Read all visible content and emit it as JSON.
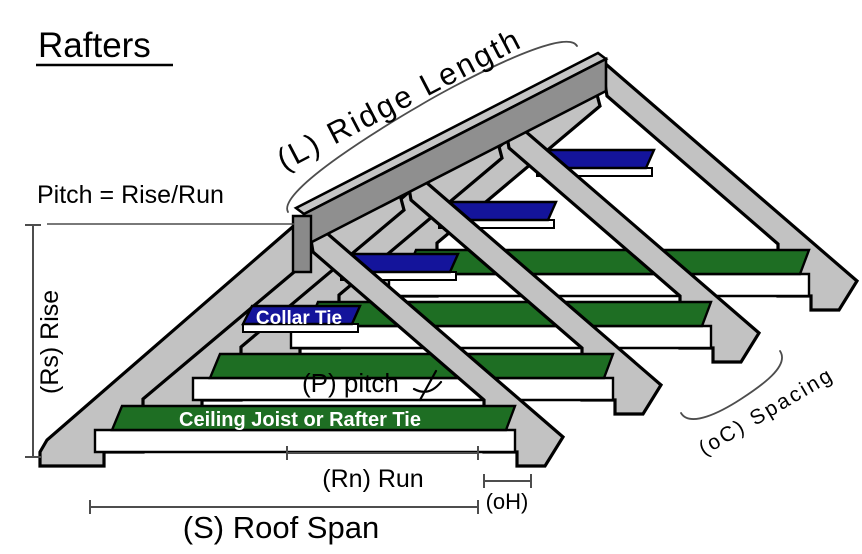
{
  "labels": {
    "rafters_title": "Rafters",
    "ridge_length": "(L) Ridge Length",
    "pitch_formula": "Pitch = Rise/Run",
    "rise": "(Rs) Rise",
    "collar_tie": "Collar Tie",
    "pitch": "(P) pitch",
    "ceiling_joist": "Ceiling Joist or Rafter Tie",
    "run": "(Rn) Run",
    "overhang": "(oH)",
    "roof_span": "(S) Roof Span",
    "spacing": "(oC) Spacing"
  },
  "colors": {
    "background": "#ffffff",
    "rafter_fill": "#c2c2c2",
    "ridge_top_fill": "#c6c6c6",
    "ridge_side_fill": "#8f8f8f",
    "ridge_end_fill": "#8a8a8a",
    "collar_tie_fill": "#14149b",
    "joist_fill": "#1e6e23",
    "plate_fill": "#ffffff",
    "outline": "#000000",
    "dimension_line": "#4d4d4d",
    "bar_label_text": "#ffffff",
    "label_text": "#000000"
  },
  "structure": {
    "truss_count": 4,
    "view": "isometric roof framing"
  }
}
